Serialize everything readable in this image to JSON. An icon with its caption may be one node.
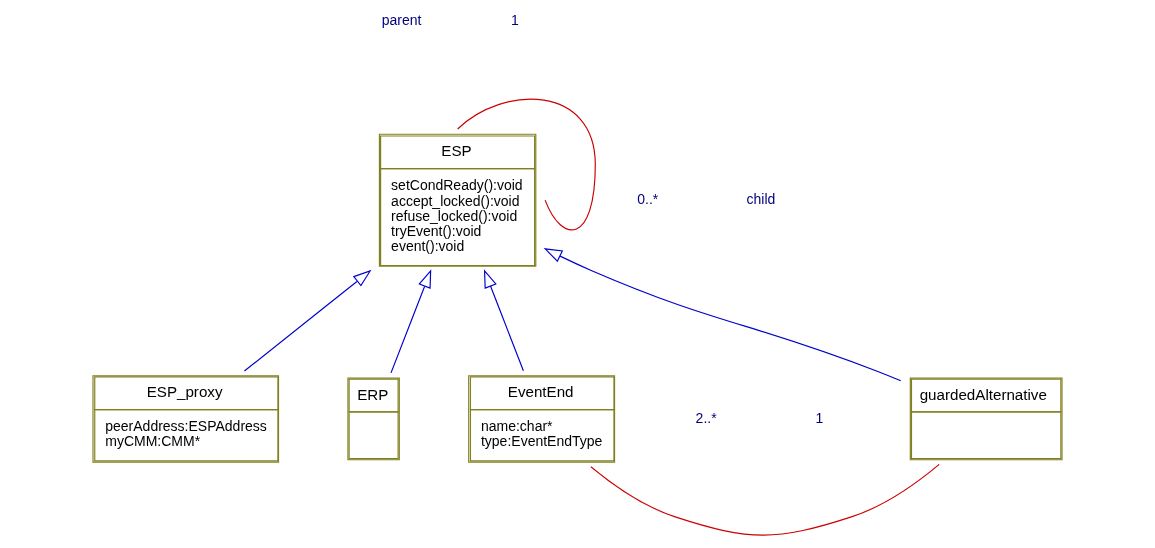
{
  "diagram": {
    "nodes": [
      {
        "text": [
          "ESP",
          "setCondReady():void",
          "accept_locked():void",
          "refuse_locked():void",
          "tryEvent():void",
          "event():void"
        ]
      },
      {
        "text": [
          "ESP_proxy",
          "peerAddress:ESPAddress",
          "myCMM:CMM*"
        ]
      },
      {
        "text": [
          "ERP"
        ]
      },
      {
        "text": [
          "EventEnd",
          "name:char*",
          "type:EventEndType"
        ]
      },
      {
        "text": [
          "guardedAlternative"
        ]
      }
    ],
    "edges": [
      {
        "from": 0,
        "to": 0,
        "arrow": "none",
        "color": "#cc0000"
      },
      {
        "from": 1,
        "to": 0,
        "arrow": "to"
      },
      {
        "from": 2,
        "to": 0,
        "arrow": "to"
      },
      {
        "from": 3,
        "to": 0,
        "arrow": "to"
      },
      {
        "from": 4,
        "to": 0,
        "arrow": "to"
      },
      {
        "from": 3,
        "to": 4,
        "arrow": "none",
        "color": "#cc0000"
      }
    ],
    "labels": [
      "parent",
      "1",
      "0..*",
      "child",
      "2..*",
      "1"
    ]
  }
}
